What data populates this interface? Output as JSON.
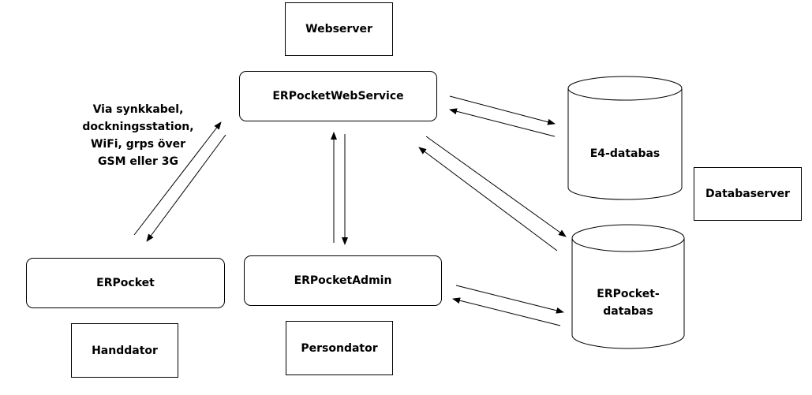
{
  "diagram": {
    "nodes": {
      "webserver": "Webserver",
      "webservice": "ERPocketWebService",
      "erpocket": "ERPocket",
      "erpocket_admin": "ERPocketAdmin",
      "handdator": "Handdator",
      "persondator": "Persondator",
      "databaserver": "Databaserver",
      "e4_db": "E4-databas",
      "erpocket_db_line1": "ERPocket-",
      "erpocket_db_line2": "databas"
    },
    "connection_note": [
      "Via synkkabel,",
      "dockningsstation,",
      "WiFi, grps över",
      "GSM eller 3G"
    ]
  }
}
